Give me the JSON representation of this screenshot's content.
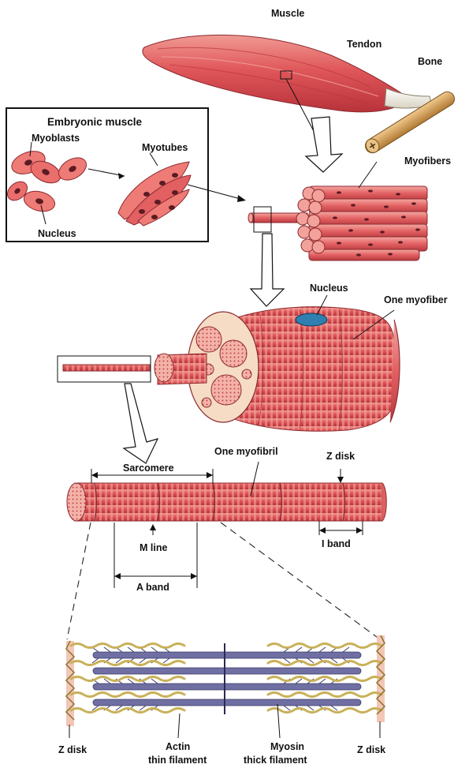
{
  "labels": {
    "muscle": "Muscle",
    "tendon": "Tendon",
    "bone": "Bone",
    "myofibers": "Myofibers",
    "embryonic_muscle": "Embryonic muscle",
    "myoblasts": "Myoblasts",
    "myotubes": "Myotubes",
    "nucleus_embryo": "Nucleus",
    "nucleus": "Nucleus",
    "one_myofiber": "One myofiber",
    "sarcomere": "Sarcomere",
    "one_myofibril": "One myofibril",
    "z_disk_top": "Z disk",
    "m_line": "M line",
    "i_band": "I band",
    "a_band": "A band",
    "z_disk_left": "Z disk",
    "z_disk_right": "Z disk",
    "actin_1": "Actin",
    "actin_2": "thin filament",
    "myosin_1": "Myosin",
    "myosin_2": "thick filament"
  },
  "colors": {
    "muscle": "#e0575a",
    "muscle_light": "#f2a29a",
    "muscle_dark": "#b8333a",
    "tendon": "#f1ede2",
    "bone": "#d9a35b",
    "nucleus_blue": "#2f7fb0",
    "actin": "#c9b15a",
    "myosin": "#6f6fa3",
    "z_band": "#f3c6b8"
  }
}
